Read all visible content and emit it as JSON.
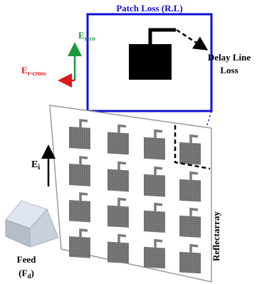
{
  "inset": {
    "title": "Patch Loss (R.L)",
    "callout": [
      "Delay Line",
      "Loss"
    ]
  },
  "axes": {
    "co_main": "E",
    "co_sub": "r-co",
    "cross_main": "E",
    "cross_sub": "r-cross"
  },
  "incident": {
    "main": "E",
    "sub": "i"
  },
  "feed": {
    "line1": "Feed",
    "line2_main": "(F",
    "line2_sub": "d",
    "line2_end": ")"
  },
  "reflectarray_label": "Reflectarray",
  "colors": {
    "inset_border": "#1010d8",
    "inset_title": "#1010d8",
    "co_axis": "#1a9a3a",
    "cross_axis": "#e01818",
    "patch": "#7a7a7a",
    "panel_edge": "#9a9a9a"
  }
}
